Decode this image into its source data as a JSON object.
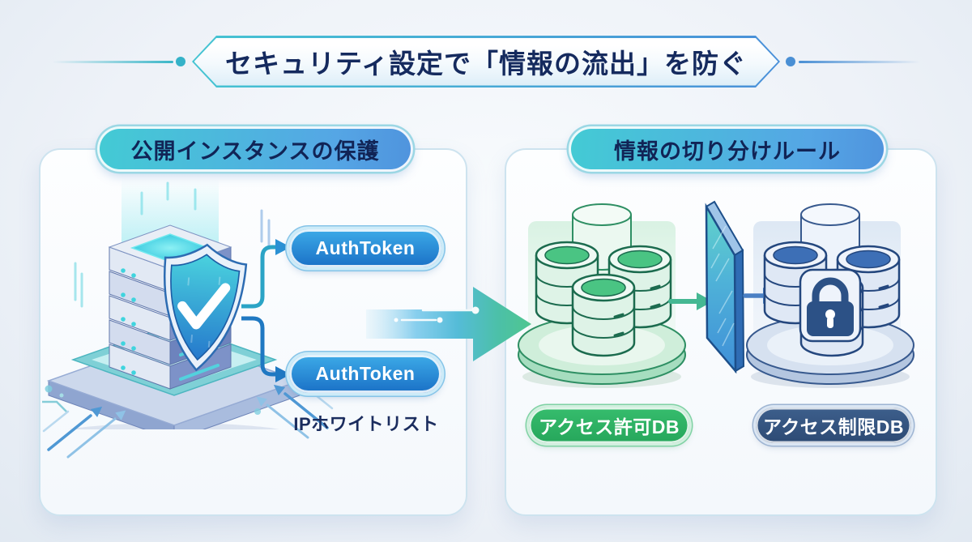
{
  "title": "セキュリティ設定で「情報の流出」を防ぐ",
  "left_panel": {
    "header": "公開インスタンスの保護",
    "auth_token_top": "AuthToken",
    "auth_token_bottom": "AuthToken",
    "caption": "IPホワイトリスト"
  },
  "right_panel": {
    "header": "情報の切り分けルール",
    "allowed_db": "アクセス許可DB",
    "restricted_db": "アクセス制限DB"
  },
  "icons": {
    "server": "isometric-server-tower",
    "shield": "shield-with-checkmark",
    "firewall": "translucent-firewall-panel",
    "allowed_database": "green-database-cluster",
    "restricted_database": "locked-database-cluster",
    "lock": "padlock",
    "flow_arrow": "gradient-right-arrow-with-circuit-dots"
  },
  "colors": {
    "accent_teal": "#3ab6c8",
    "accent_blue": "#4a90d9",
    "accent_green": "#2eb565",
    "dark_navy": "#152a5e",
    "pill_dark": "#35547e",
    "token_blue": "#1a70c6"
  }
}
